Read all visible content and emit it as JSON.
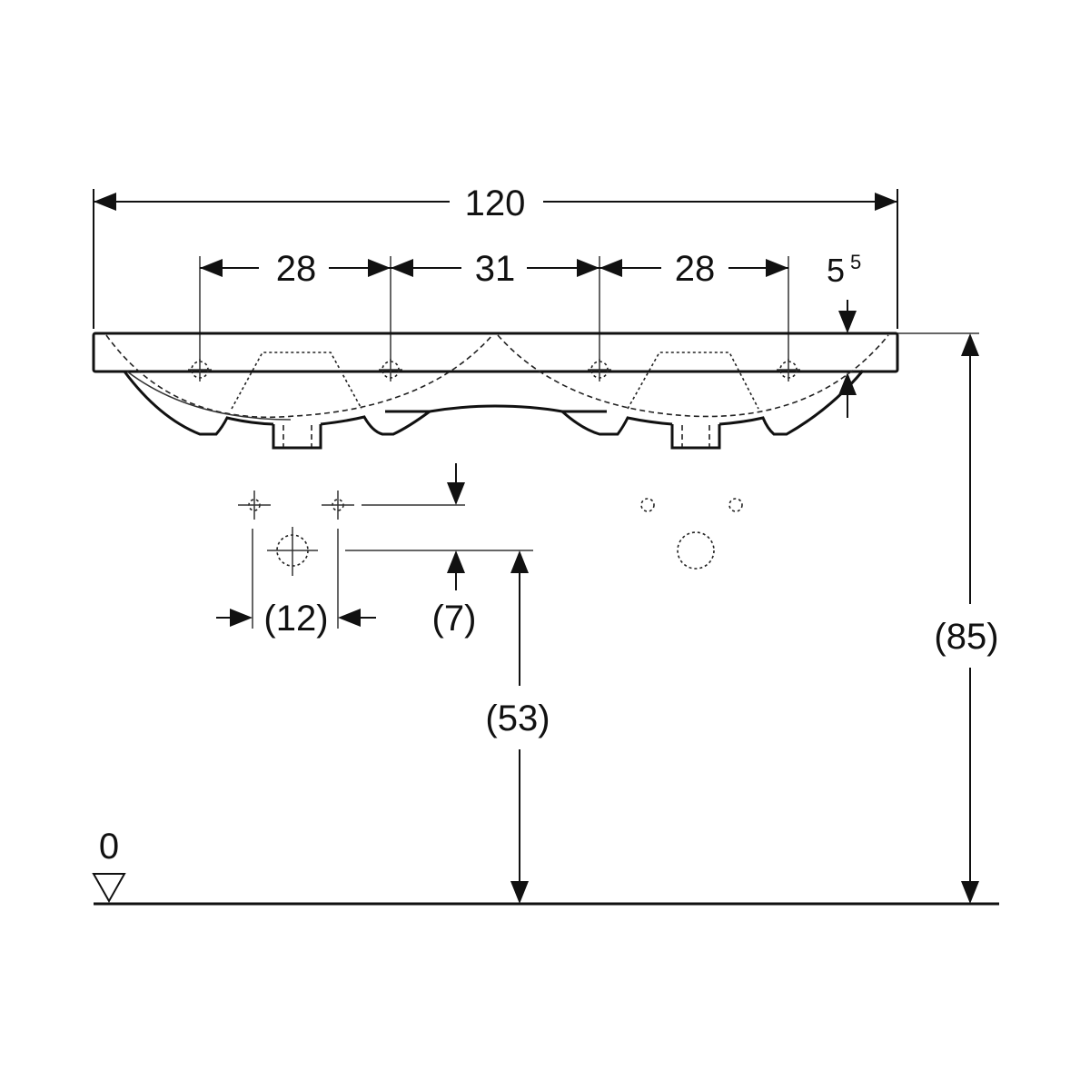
{
  "dimensions": {
    "overall_width": "120",
    "left_tap_spacing": "28",
    "center_spacing": "31",
    "right_tap_spacing": "28",
    "rim_thickness_main": "5",
    "rim_thickness_sup": "5",
    "tap_hole_spacing": "(12)",
    "tap_offset": "(7)",
    "waste_height": "(53)",
    "rim_height": "(85)",
    "floor_level": "0"
  },
  "colors": {
    "line": "#111111",
    "background": "#ffffff"
  }
}
